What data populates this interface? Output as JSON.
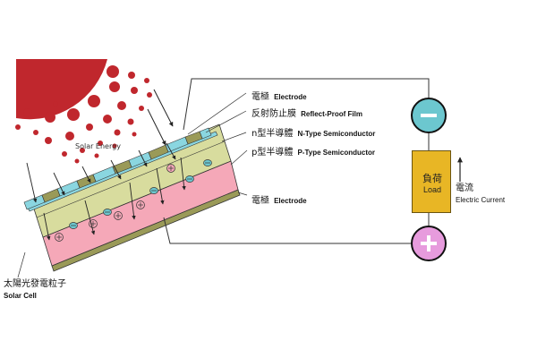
{
  "labels": {
    "electrode_top_zh": "電極",
    "electrode_top_en": "Electrode",
    "film_zh": "反射防止膜",
    "film_en": "Reflect-Proof Film",
    "n_zh": "n型半導體",
    "n_en": "N-Type Semiconductor",
    "p_zh": "p型半導體",
    "p_en": "P-Type Semiconductor",
    "electrode_bottom_zh": "電極",
    "electrode_bottom_en": "Electrode",
    "solar_energy": "Solar Energy",
    "solar_cell_zh": "太陽光發電粒子",
    "solar_cell_en": "Solar Cell",
    "load_zh": "負荷",
    "load_en": "Load",
    "current_zh": "電流",
    "current_en": "Electric Current"
  },
  "colors": {
    "sun": "#c0272d",
    "n_layer": "#d8dc9e",
    "p_layer": "#f5a8b8",
    "film": "#8ad6e0",
    "electrode": "#9a9a58",
    "load": "#e8b625",
    "negative_terminal": "#6cc7cf",
    "positive_terminal": "#e79bdd"
  },
  "icons": [
    "minus-icon",
    "plus-icon",
    "up-arrow-icon"
  ]
}
